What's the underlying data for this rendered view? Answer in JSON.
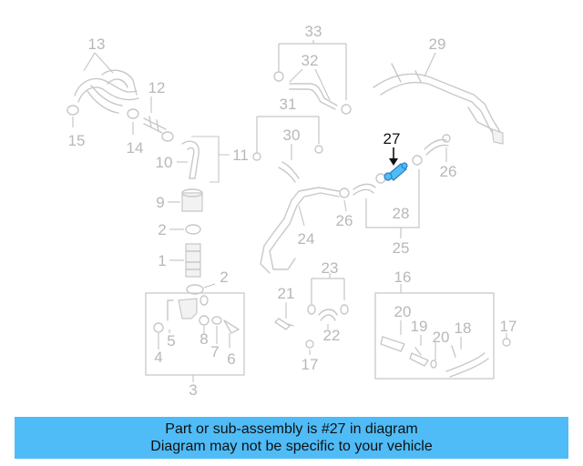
{
  "diagram": {
    "highlight_color": "#4fbcf7",
    "callouts": {
      "c1": "1",
      "c2a": "2",
      "c2b": "2",
      "c3": "3",
      "c4": "4",
      "c5": "5",
      "c6": "6",
      "c7": "7",
      "c8": "8",
      "c9": "9",
      "c10": "10",
      "c11": "11",
      "c12": "12",
      "c13": "13",
      "c14": "14",
      "c15": "15",
      "c16": "16",
      "c17a": "17",
      "c17b": "17",
      "c18": "18",
      "c19": "19",
      "c20a": "20",
      "c20b": "20",
      "c21": "21",
      "c22": "22",
      "c23": "23",
      "c24": "24",
      "c25": "25",
      "c26a": "26",
      "c26b": "26",
      "c27": "27",
      "c28": "28",
      "c29": "29",
      "c30": "30",
      "c31": "31",
      "c32": "32",
      "c33": "33"
    }
  },
  "banner": {
    "line1": "Part or sub-assembly is #27 in diagram",
    "line2": "Diagram may not be specific to your vehicle"
  }
}
